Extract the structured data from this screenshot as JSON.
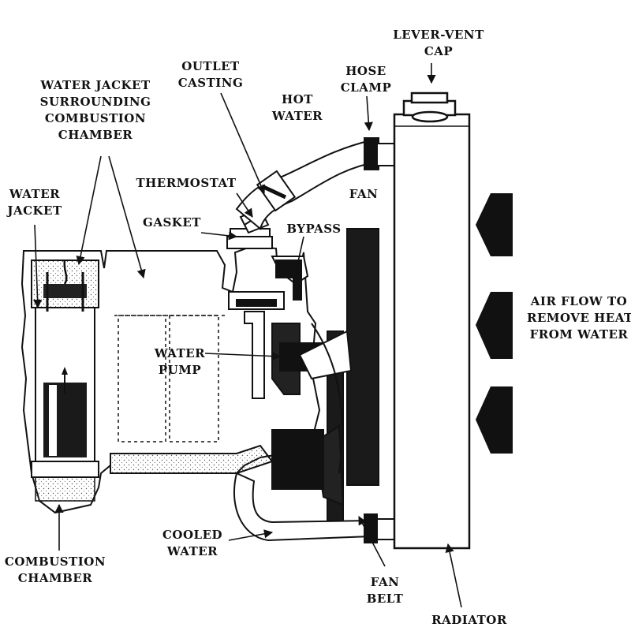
{
  "labels": {
    "water_jacket_surrounding": [
      "WATER JACKET",
      "SURROUNDING",
      "COMBUSTION",
      "CHAMBER"
    ],
    "outlet_casting": [
      "OUTLET",
      "CASTING"
    ],
    "hot_water": [
      "HOT",
      "WATER"
    ],
    "hose_clamp": [
      "HOSE",
      "CLAMP"
    ],
    "lever_vent_cap": [
      "LEVER-VENT",
      "CAP"
    ],
    "water_jacket": [
      "WATER",
      "JACKET"
    ],
    "thermostat": "THERMOSTAT",
    "gasket": "GASKET",
    "bypass": "BYPASS",
    "fan": "FAN",
    "water_pump": [
      "WATER",
      "PUMP"
    ],
    "air_flow": [
      "AIR FLOW TO",
      "REMOVE HEAT",
      "FROM WATER"
    ],
    "cooled_water": [
      "COOLED",
      "WATER"
    ],
    "combustion_chamber": [
      "COMBUSTION",
      "CHAMBER"
    ],
    "fan_belt": [
      "FAN",
      "BELT"
    ],
    "radiator": "RADIATOR"
  }
}
